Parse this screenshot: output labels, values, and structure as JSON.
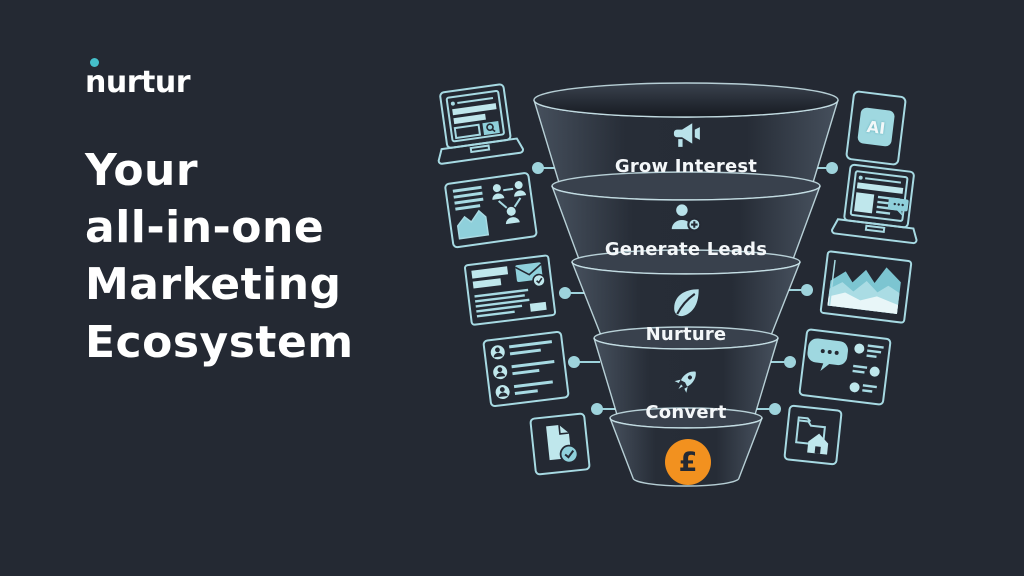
{
  "page": {
    "background": "#242933",
    "accent_teal": "#45bfca",
    "icon_blue": "#a7dae3",
    "funnel_stroke": "#cfeaf0",
    "orange": "#f2911f",
    "text_color": "#ffffff"
  },
  "logo": {
    "text": "nurtur",
    "dot_icon": "teal-dot"
  },
  "headline": {
    "lines": [
      "Your",
      "all-in-one",
      "Marketing",
      "Ecosystem"
    ]
  },
  "funnel": {
    "type": "marketing-funnel",
    "stages": [
      {
        "label": "Grow Interest",
        "icon": "megaphone-icon"
      },
      {
        "label": "Generate Leads",
        "icon": "person-add-icon"
      },
      {
        "label": "Nurture",
        "icon": "leaf-icon"
      },
      {
        "label": "Convert",
        "icon": "rocket-icon"
      },
      {
        "label": "£",
        "icon": "pound-icon"
      }
    ],
    "currency_badge": "£"
  },
  "side_icons": {
    "left": [
      {
        "name": "laptop-search-icon"
      },
      {
        "name": "audience-network-icon"
      },
      {
        "name": "email-campaign-icon"
      },
      {
        "name": "leads-list-icon"
      },
      {
        "name": "document-check-icon"
      }
    ],
    "right": [
      {
        "name": "ai-chip-icon",
        "label": "AI"
      },
      {
        "name": "website-chat-laptop-icon"
      },
      {
        "name": "analytics-area-chart-icon"
      },
      {
        "name": "conversations-icon"
      },
      {
        "name": "property-folder-icon"
      }
    ]
  }
}
